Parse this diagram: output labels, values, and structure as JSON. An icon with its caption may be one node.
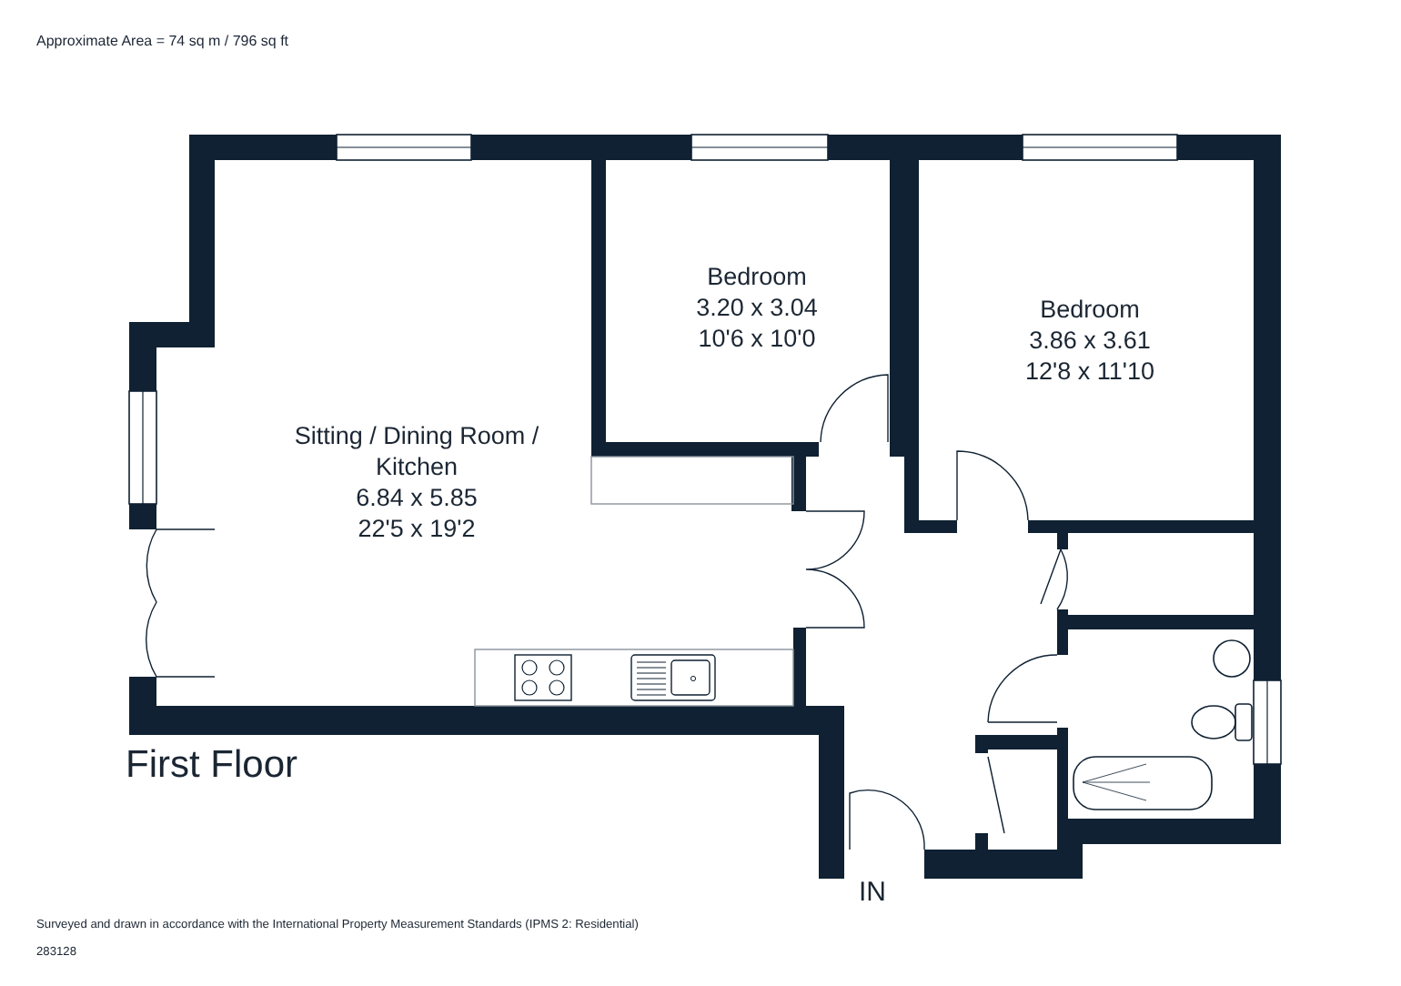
{
  "diagram": {
    "title": "First Floor",
    "nodes": [
      {
        "text": [
          "Sitting / Dining Room / Kitchen",
          "6.84 x 5.85",
          "22'5 x 19'2"
        ]
      },
      {
        "text": [
          "Bedroom",
          "3.20 x 3.04",
          "10'6 x 10'0"
        ]
      },
      {
        "text": [
          "Bedroom",
          "3.86 x 3.61",
          "12'8 x 11'10"
        ]
      }
    ],
    "labels": [
      "Approximate Area = 74 sq m / 796 sq ft",
      "IN",
      "Surveyed and drawn in accordance with the International Property Measurement Standards (IPMS 2: Residential)",
      "283128"
    ]
  }
}
